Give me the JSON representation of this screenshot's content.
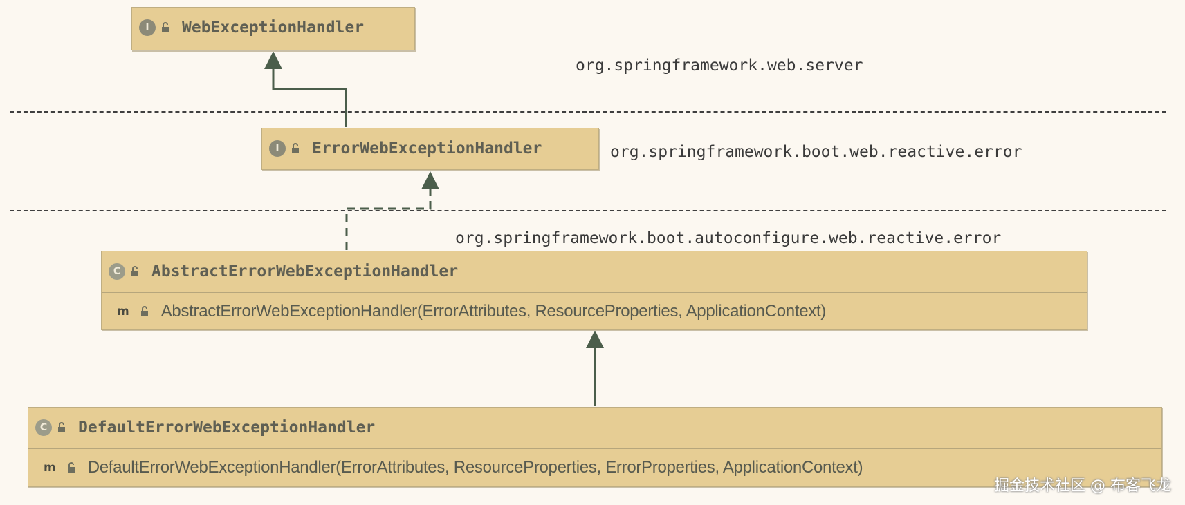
{
  "packages": {
    "server": "org.springframework.web.server",
    "reactive_error": "org.springframework.boot.web.reactive.error",
    "autoconfigure_error": "org.springframework.boot.autoconfigure.web.reactive.error"
  },
  "nodes": {
    "web_exception_handler": {
      "kind": "I",
      "name": "WebExceptionHandler"
    },
    "error_web_exception_handler": {
      "kind": "I",
      "name": "ErrorWebExceptionHandler"
    },
    "abstract_handler": {
      "kind": "C",
      "name": "AbstractErrorWebExceptionHandler",
      "method_kind": "m",
      "method": "AbstractErrorWebExceptionHandler(ErrorAttributes, ResourceProperties, ApplicationContext)"
    },
    "default_handler": {
      "kind": "C",
      "name": "DefaultErrorWebExceptionHandler",
      "method_kind": "m",
      "method": "DefaultErrorWebExceptionHandler(ErrorAttributes, ResourceProperties, ErrorProperties, ApplicationContext)"
    }
  },
  "watermark": "掘金技术社区 @ 布客飞龙",
  "colors": {
    "background": "#fcf8f1",
    "node_fill": "#e6cd94",
    "arrow": "#4b5e4b"
  },
  "icons": {
    "interface": "interface-icon",
    "class": "class-icon",
    "visibility": "lock-icon",
    "method": "method-icon"
  }
}
